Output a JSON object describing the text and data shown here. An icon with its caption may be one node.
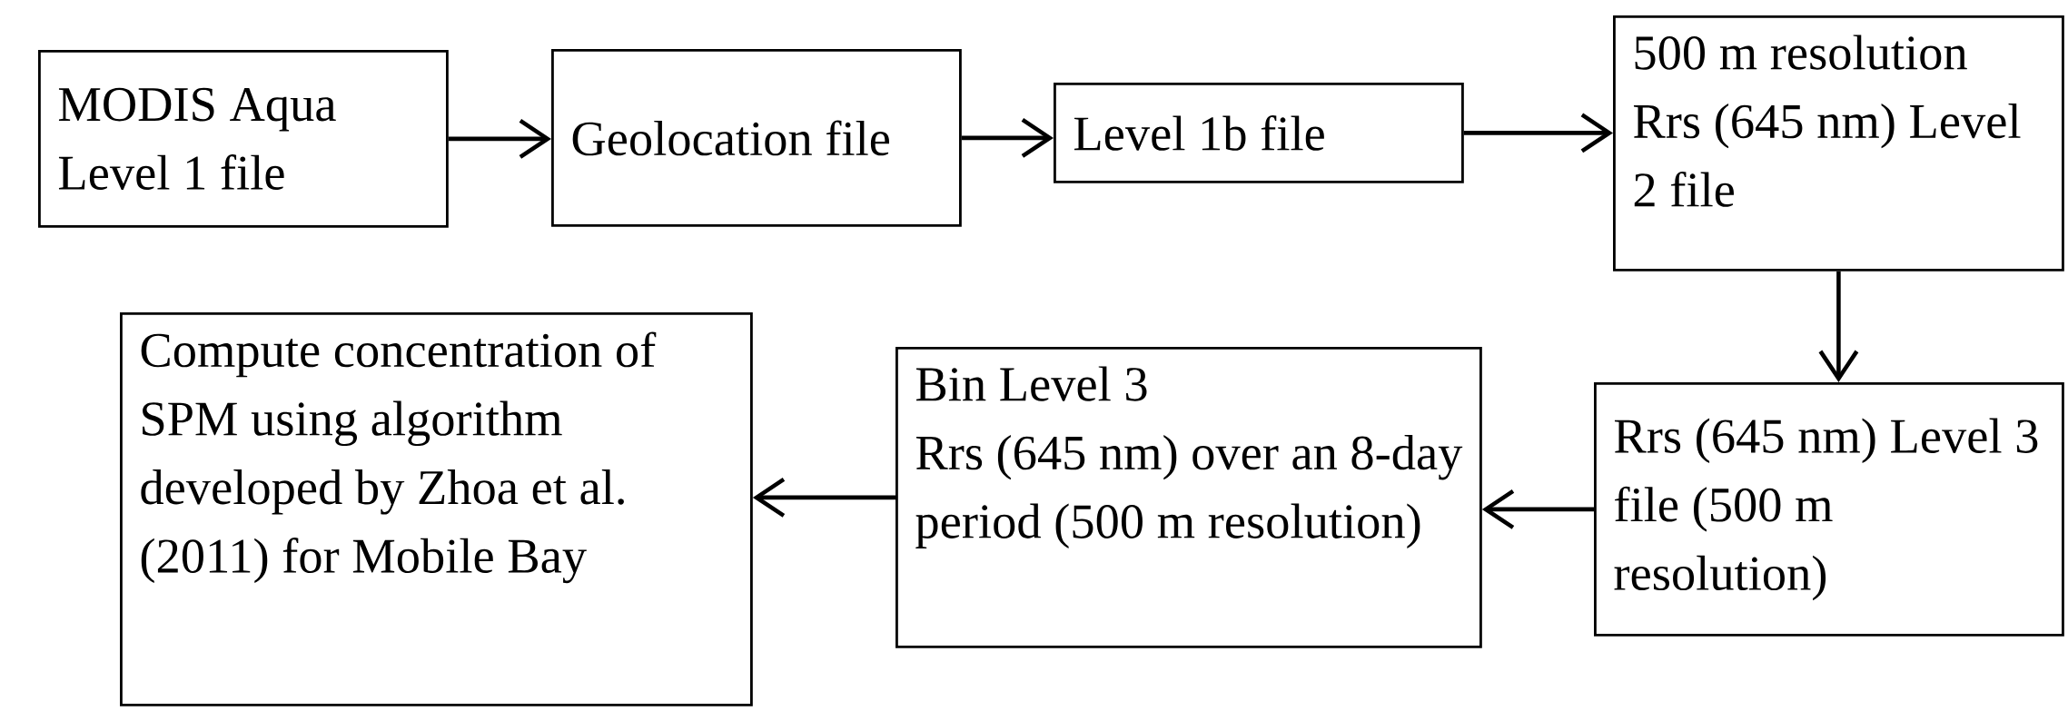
{
  "diagram": {
    "nodes": [
      {
        "text": [
          "MODIS Aqua Level 1 file"
        ]
      },
      {
        "text": [
          "Geolocation file"
        ]
      },
      {
        "text": [
          "Level 1b file"
        ]
      },
      {
        "text": [
          "500 m resolution Rrs (645 nm) Level 2 file"
        ]
      },
      {
        "text": [
          "Rrs (645 nm) Level 3 file (500 m resolution)"
        ]
      },
      {
        "text": [
          "Bin Level 3",
          "Rrs (645 nm) over an 8-day period (500 m resolution)"
        ]
      },
      {
        "text": [
          "Compute concentration of SPM using algorithm developed by Zhoa et al. (2011) for Mobile Bay"
        ]
      }
    ],
    "edges": [
      {
        "from": 0,
        "to": 1,
        "arrow": "to"
      },
      {
        "from": 1,
        "to": 2,
        "arrow": "to"
      },
      {
        "from": 2,
        "to": 3,
        "arrow": "to"
      },
      {
        "from": 3,
        "to": 4,
        "arrow": "to"
      },
      {
        "from": 4,
        "to": 5,
        "arrow": "to"
      },
      {
        "from": 5,
        "to": 6,
        "arrow": "to"
      }
    ]
  }
}
